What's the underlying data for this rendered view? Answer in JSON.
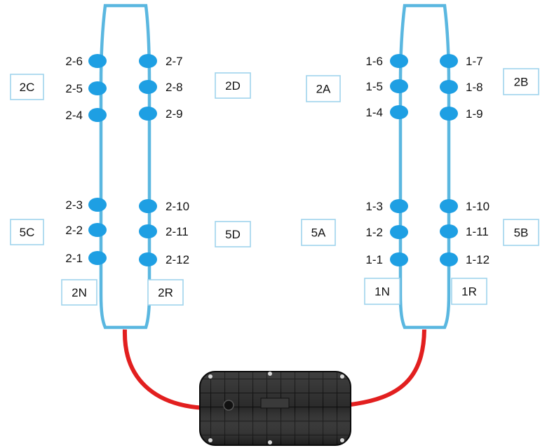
{
  "colors": {
    "frame": "#5ab7e0",
    "box_border": "#9fd3ec",
    "port_fill": "#1e9fe3",
    "cable": "#e21f1f",
    "closure_body": "#1f1f1f"
  },
  "left_assembly": {
    "left_ports": [
      "2-6",
      "2-5",
      "2-4",
      "2-3",
      "2-2",
      "2-1"
    ],
    "right_ports": [
      "2-7",
      "2-8",
      "2-9",
      "2-10",
      "2-11",
      "2-12"
    ],
    "boxes": {
      "upper_left": "2C",
      "upper_right": "2D",
      "lower_left": "5C",
      "lower_right": "5D",
      "bottom_left": "2N",
      "bottom_right": "2R"
    }
  },
  "right_assembly": {
    "left_ports": [
      "1-6",
      "1-5",
      "1-4",
      "1-3",
      "1-2",
      "1-1"
    ],
    "right_ports": [
      "1-7",
      "1-8",
      "1-9",
      "1-10",
      "1-11",
      "1-12"
    ],
    "boxes": {
      "upper_left": "2A",
      "upper_right": "2B",
      "lower_left": "5A",
      "lower_right": "5B",
      "bottom_left": "1N",
      "bottom_right": "1R"
    }
  },
  "closure": {
    "icon": "splice-closure-icon"
  }
}
